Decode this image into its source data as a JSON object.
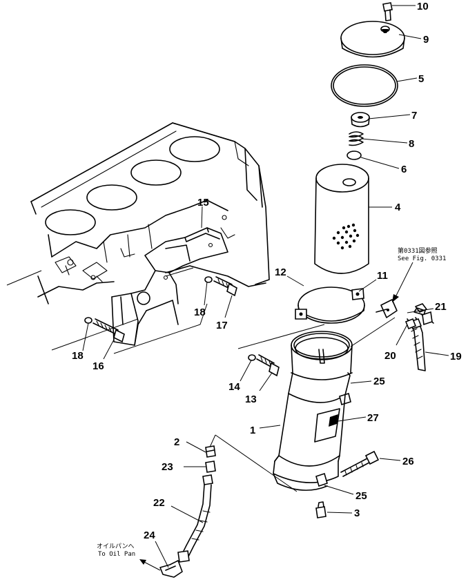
{
  "labels": {
    "p1": "1",
    "p2": "2",
    "p3": "3",
    "p4": "4",
    "p5": "5",
    "p6": "6",
    "p7": "7",
    "p8": "8",
    "p9": "9",
    "p10": "10",
    "p11": "11",
    "p12": "12",
    "p13": "13",
    "p14": "14",
    "p15": "15",
    "p16": "16",
    "p17": "17",
    "p18a": "18",
    "p18b": "18",
    "p19": "19",
    "p20": "20",
    "p21": "21",
    "p22": "22",
    "p23": "23",
    "p24": "24",
    "p25a": "25",
    "p25b": "25",
    "p26": "26",
    "p27": "27"
  },
  "notes": {
    "see_fig_jp": "第0331図参照",
    "see_fig_en": "See Fig. 0331",
    "oil_pan_jp": "オイルパンへ",
    "oil_pan_en": "To Oil Pan"
  },
  "line_color": "#000000",
  "background_color": "#ffffff"
}
